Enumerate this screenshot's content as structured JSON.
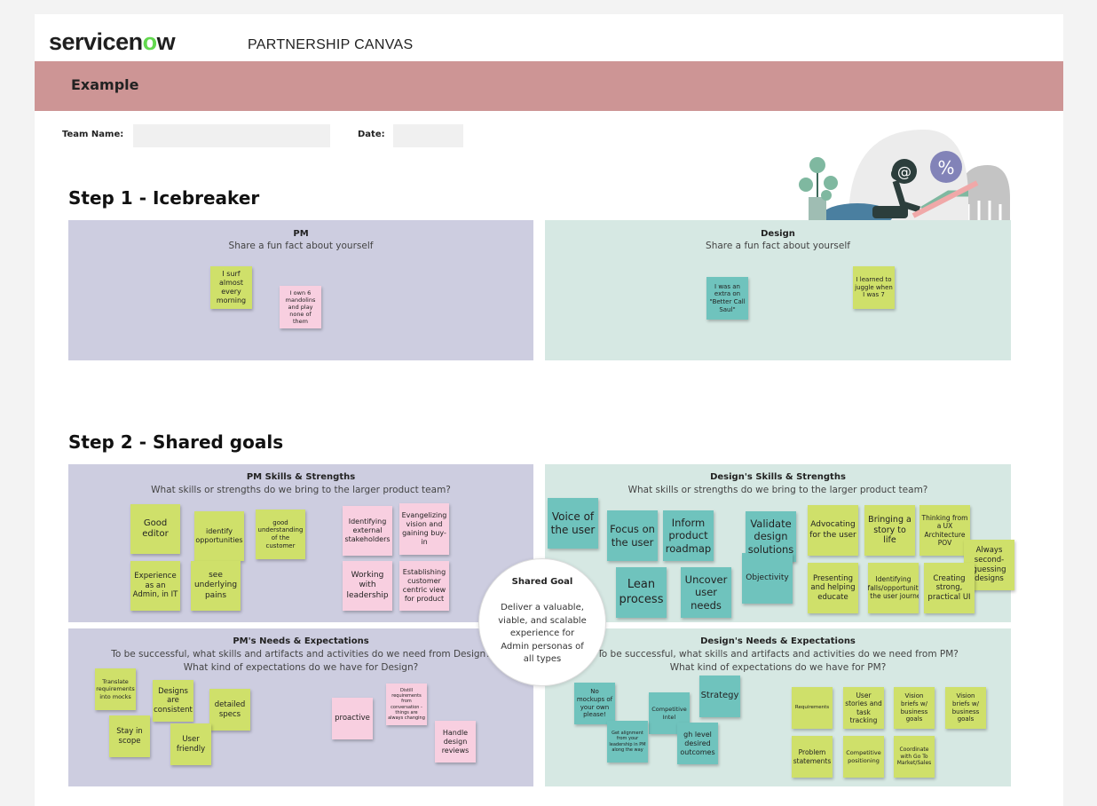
{
  "header": {
    "logo_prefix": "servicen",
    "logo_o": "o",
    "logo_suffix": "w",
    "title": "PARTNERSHIP CANVAS"
  },
  "banner": {
    "label": "Example"
  },
  "form": {
    "team_label": "Team Name:",
    "team_value": "",
    "date_label": "Date:",
    "date_value": ""
  },
  "illustration": {
    "at_symbol": "@",
    "percent_symbol": "%"
  },
  "step1": {
    "title": "Step 1 - Icebreaker",
    "pm": {
      "title": "PM",
      "subtitle": "Share a fun fact about yourself",
      "notes": [
        "I surf almost every morning",
        "I own 6 mandolins and play none of them"
      ]
    },
    "design": {
      "title": "Design",
      "subtitle": "Share a fun fact about yourself",
      "notes": [
        "I was an extra on \"Better Call Saul\"",
        "I learned to juggle when I was 7"
      ]
    }
  },
  "step2": {
    "title": "Step 2 - Shared goals",
    "pm_skills": {
      "title": "PM Skills & Strengths",
      "subtitle": "What skills or strengths do we bring to the larger product team?",
      "notes": [
        "Good editor",
        "identify opportunities",
        "good understanding of the customer",
        "Experience as an Admin, in IT",
        "see underlying pains",
        "Identifying external stakeholders",
        "Evangelizing vision and gaining buy-in",
        "Working with leadership",
        "Establishing customer centric view for product"
      ]
    },
    "design_skills": {
      "title": "Design's Skills & Strengths",
      "subtitle": "What skills or strengths do we bring to the larger product team?",
      "notes": [
        "Voice of the user",
        "Focus on the user",
        "Inform product roadmap",
        "Validate design solutions",
        "Lean process",
        "Uncover user needs",
        "Objectivity",
        "Advocating for the user",
        "Bringing a story to life",
        "Thinking from a UX Architecture POV",
        "Always second-guessing designs",
        "Presenting and helping educate",
        "Identifying pitfalls/opportunities in the user journey",
        "Creating strong, practical UI"
      ]
    },
    "pm_needs": {
      "title": "PM's Needs & Expectations",
      "subtitle1": "To be successful, what skills and artifacts and activities do we need from Design?",
      "subtitle2": "What kind of expectations do we have for Design?",
      "notes": [
        "Translate requirements into mocks",
        "Designs are consistent",
        "detailed specs",
        "Stay in scope",
        "User friendly",
        "proactive",
        "Distill requirements from conversation - things are always changing",
        "Handle design reviews"
      ]
    },
    "design_needs": {
      "title": "Design's Needs & Expectations",
      "subtitle1": "To be successful, what skills and artifacts and activities do we need from PM?",
      "subtitle2": "What kind of expectations do we have for PM?",
      "notes": [
        "No mockups of your own please!",
        "Strategy",
        "Competitive Intel",
        "Get alignment from your leadership in PM along the way",
        "gh level desired outcomes",
        "Requirements",
        "User stories and task tracking",
        "Vision briefs w/ business goals",
        "Vision briefs w/ business goals",
        "Problem statements",
        "Competitive positioning",
        "Coordinate with Go To Market/Sales"
      ]
    },
    "shared_goal": {
      "title": "Shared Goal",
      "text": "Deliver a valuable, viable, and scalable experience for Admin personas of all types"
    }
  },
  "colors": {
    "banner": "#cd9595",
    "pm_zone": "#cdcde0",
    "design_zone": "#d6e8e3",
    "sticky_yellow": "#cfe06a",
    "sticky_pink": "#f8cfe0",
    "sticky_teal": "#6fc3bd"
  }
}
